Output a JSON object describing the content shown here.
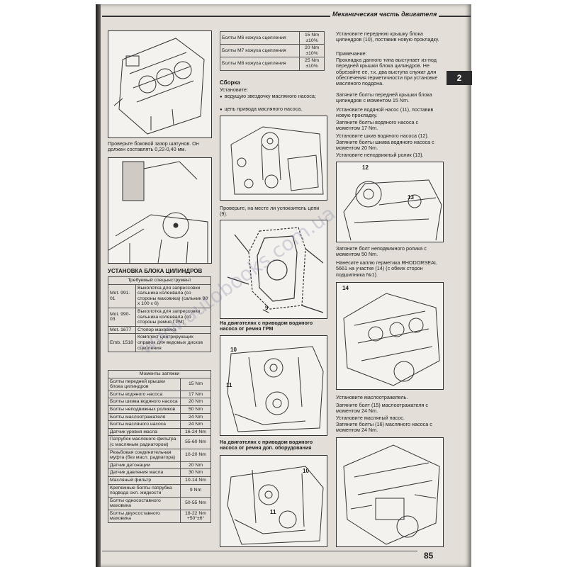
{
  "header": {
    "title": "Механическая часть двигателя",
    "chapter": "2"
  },
  "page_number": "85",
  "watermark": "www.autobooks.com.ua",
  "col1": {
    "fig1_caption": "Проверьте боковой зазор шатунов. Он должен составлять 0,22-0,40 мм.",
    "section_title": "УСТАНОВКА БЛОКА ЦИЛИНДРОВ",
    "tools_header": "Требуемый спецынструмент",
    "tools": [
      {
        "code": "Mot. 991-01",
        "desc": "Выколотка для запрессовки сальника коленвала (со стороны маховика) (сальник 80 x 100 x 6)"
      },
      {
        "code": "Mot. 990-03",
        "desc": "Выколотка для запрессовки сальника коленвала (со стороны ремня ГРМ)"
      },
      {
        "code": "Mot. 1677",
        "desc": "Стопор маховика"
      },
      {
        "code": "Emb. 1518",
        "desc": "Комплект центрирующих оправок для ведомых дисков сцепления"
      }
    ],
    "torque_header": "Моменты затяжки",
    "torque": [
      {
        "name": "Болты передней крышки блока цилиндров",
        "value": "15 Nm"
      },
      {
        "name": "Болты водяного насоса",
        "value": "17 Nm"
      },
      {
        "name": "Болты шкива водяного насоса",
        "value": "20 Nm"
      },
      {
        "name": "Болты неподвижных роликов",
        "value": "50 Nm"
      },
      {
        "name": "Болты маслоотражателя",
        "value": "24 Nm"
      },
      {
        "name": "Болты масляного насоса",
        "value": "24 Nm"
      },
      {
        "name": "Датчик уровня масла",
        "value": "16-24 Nm"
      },
      {
        "name": "Патрубок масляного фильтра (с масляным радиатором)",
        "value": "55-60 Nm"
      },
      {
        "name": "Резьбовая соединительная муфта (без масл. радиатора)",
        "value": "10-20 Nm"
      },
      {
        "name": "Датчик детонации",
        "value": "20 Nm"
      },
      {
        "name": "Датчик давления масла",
        "value": "30 Nm"
      },
      {
        "name": "Масляный фильтр",
        "value": "10-14 Nm"
      },
      {
        "name": "Крепежные болты патрубка подвода охл. жидкости",
        "value": "9 Nm"
      },
      {
        "name": "Болты односоставного маховика",
        "value": "50-55 Nm"
      },
      {
        "name": "Болты двухсоставного маховика",
        "value": "18-22 Nm +50°±6°"
      }
    ]
  },
  "col2": {
    "torque_top": [
      {
        "name": "Болты M6 кожуха сцепления",
        "value": "15 Nm ±10%"
      },
      {
        "name": "Болты M7 кожуха сцепления",
        "value": "20 Nm ±10%"
      },
      {
        "name": "Болты M8 кожуха сцепления",
        "value": "25 Nm ±10%"
      }
    ],
    "assembly_title": "Сборка",
    "install_intro": "Установите:",
    "bullet1": "ведущую звездочку масляного насоса;",
    "bullet2": "цепь привода масляного насоса.",
    "check_text": "Проверьте, на месте ли успокоитель цепи (9).",
    "fig_label_9": "9",
    "subhead1": "На двигателях с приводом водяного насоса от ремня ГРМ",
    "fig_label_10": "10",
    "fig_label_11": "11",
    "subhead2": "На двигателях с приводом водяного насоса от ремня доп. оборудования"
  },
  "col3": {
    "p1": "Установите переднюю крышку блока цилиндров (10), поставив новую прокладку.",
    "note_title": "Примечание:",
    "note": "Прокладка данного типа выступает из-под передней крышки блока цилиндров. Не обрезайте ее, т.к. два выступа служат для обеспечения герметичности при установке масляного поддона.",
    "p2": "Затяните болты передней крышки блока цилиндров с моментом 15 Nm.",
    "p3": "Установите водяной насос (11), поставив новую прокладку.",
    "p4": "Затяните болты водяного насоса с моментом 17 Nm.",
    "p5": "Установите шкив водяного насоса (12).",
    "p6": "Затяните болты шкива водяного насоса с моментом 20 Nm.",
    "p7": "Установите неподвижный ролик (13).",
    "fig_label_12": "12",
    "fig_label_13": "13",
    "p8": "Затяните болт неподвижного ролика с моментом 50 Nm.",
    "p9": "Нанесите каплю герметика RHODORSEAL 5661 на участке (14) (с обеих сторон подшипника №1).",
    "fig_label_14": "14",
    "p10": "Установите маслоотражатель.",
    "p11": "Затяните болт (15) маслоотражателя с моментом 24 Nm.",
    "p12": "Установите масляный насос.",
    "p13": "Затяните болты (16) масляного насоса с моментом 24 Nm."
  }
}
